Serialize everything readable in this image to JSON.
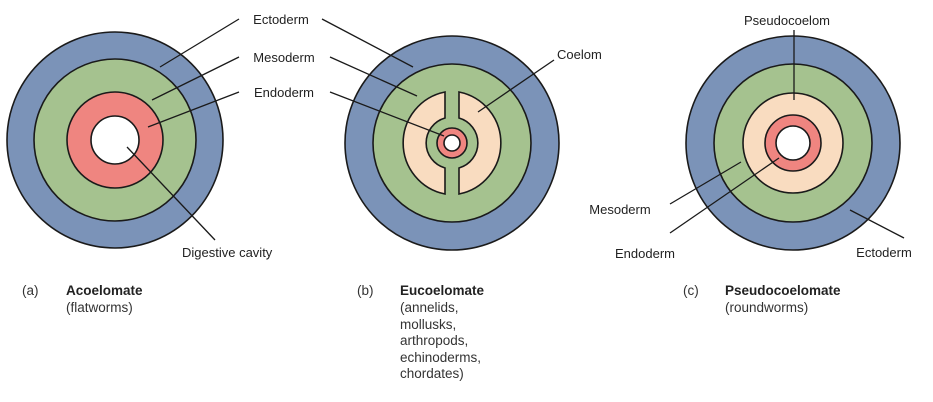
{
  "colors": {
    "ectoderm": "#7b93b8",
    "mesoderm": "#a5c28f",
    "endoderm": "#ef8580",
    "coelom": "#f9dcc0",
    "cavity": "#ffffff",
    "outline": "#1a1a1a"
  },
  "labels": {
    "a": {
      "ectoderm": "Ectoderm",
      "mesoderm": "Mesoderm",
      "endoderm": "Endoderm",
      "digestive": "Digestive cavity"
    },
    "b": {
      "coelom": "Coelom"
    },
    "c": {
      "pseudocoelom": "Pseudocoelom",
      "mesoderm": "Mesoderm",
      "endoderm": "Endoderm",
      "ectoderm": "Ectoderm"
    }
  },
  "captions": {
    "a": {
      "letter": "(a)",
      "title": "Acoelomate",
      "subtitle": "(flatworms)"
    },
    "b": {
      "letter": "(b)",
      "title": "Eucoelomate",
      "subtitle": "(annelids,\nmollusks,\narthropods,\nechinoderms,\nchordates)"
    },
    "c": {
      "letter": "(c)",
      "title": "Pseudocoelomate",
      "subtitle": "(roundworms)"
    }
  }
}
